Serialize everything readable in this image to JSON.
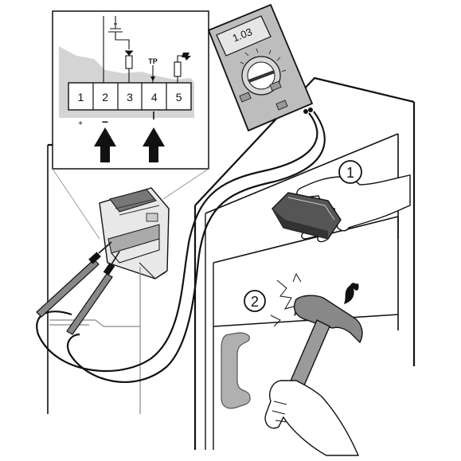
{
  "inset": {
    "terminals": [
      "1",
      "2",
      "3",
      "4",
      "5"
    ],
    "tp_label": "TP",
    "plus_sign": "+",
    "minus_sign": "−"
  },
  "meter": {
    "display": "1.03"
  },
  "callouts": [
    "1",
    "2"
  ],
  "icons": [
    "multimeter-icon",
    "up-arrow-icon",
    "hammer-icon",
    "hand-icon",
    "magnet-tool-icon",
    "flame-symbol-icon"
  ],
  "colors": {
    "ink": "#111111",
    "meter_body": "#bdbdbd",
    "display_bg": "#e6e6e6"
  }
}
